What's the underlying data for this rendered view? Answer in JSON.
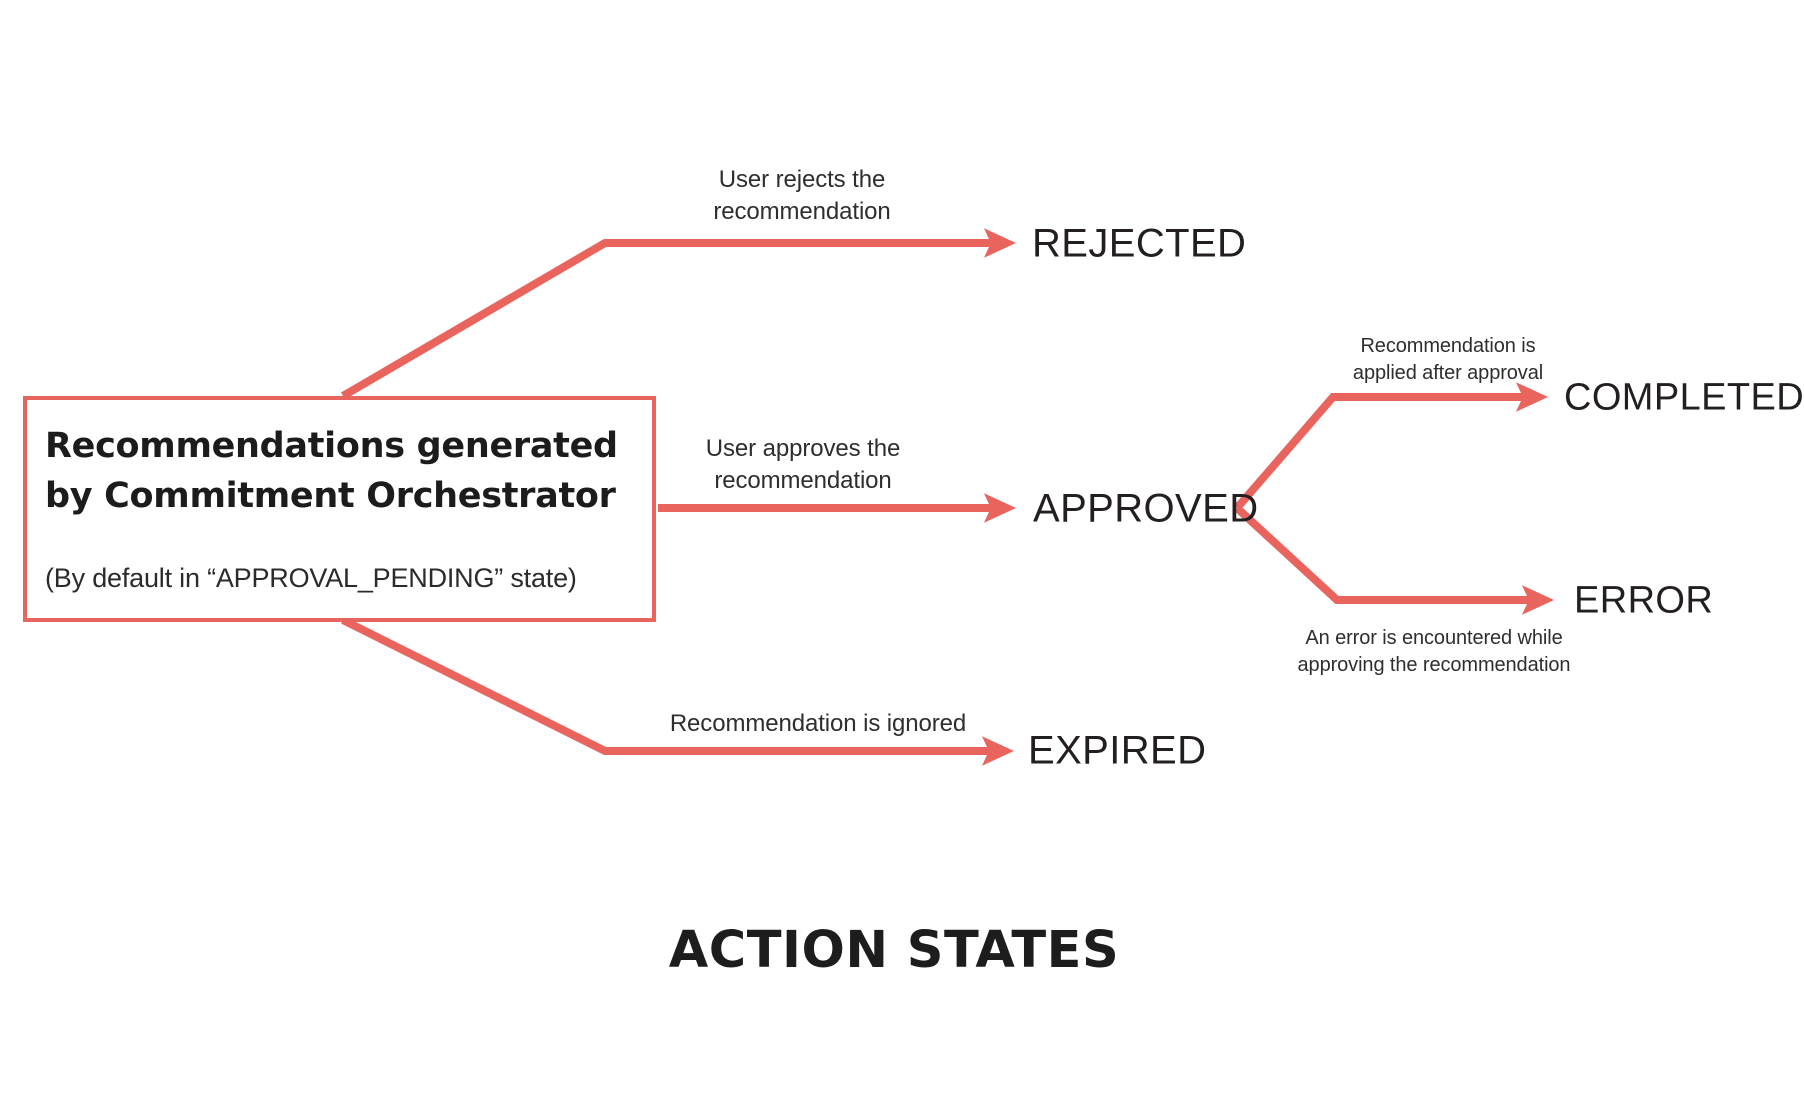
{
  "diagram": {
    "title": "ACTION STATES",
    "accent_color": "#e8645d",
    "text_color": "#231f20",
    "background": "#ffffff"
  },
  "source": {
    "title": "Recommendations generated\nby Commitment Orchestrator",
    "subtitle": "(By default in “APPROVAL_PENDING” state)"
  },
  "states": {
    "rejected": "REJECTED",
    "approved": "APPROVED",
    "expired": "EXPIRED",
    "completed": "COMPLETED",
    "error": "ERROR"
  },
  "transitions": {
    "to_rejected": "User rejects the\nrecommendation",
    "to_approved": "User approves the\nrecommendation",
    "to_expired": "Recommendation is ignored",
    "to_completed": "Recommendation is\napplied after approval",
    "to_error": "An error is encountered while\napproving the recommendation"
  },
  "chart_data": {
    "type": "diagram",
    "title": "ACTION STATES",
    "nodes": [
      {
        "id": "source",
        "label": "Recommendations generated by Commitment Orchestrator",
        "sublabel": "(By default in “APPROVAL_PENDING” state)",
        "shape": "rect"
      },
      {
        "id": "rejected",
        "label": "REJECTED",
        "shape": "text"
      },
      {
        "id": "approved",
        "label": "APPROVED",
        "shape": "text"
      },
      {
        "id": "expired",
        "label": "EXPIRED",
        "shape": "text"
      },
      {
        "id": "completed",
        "label": "COMPLETED",
        "shape": "text"
      },
      {
        "id": "error",
        "label": "ERROR",
        "shape": "text"
      }
    ],
    "edges": [
      {
        "from": "source",
        "to": "rejected",
        "label": "User rejects the recommendation"
      },
      {
        "from": "source",
        "to": "approved",
        "label": "User approves the recommendation"
      },
      {
        "from": "source",
        "to": "expired",
        "label": "Recommendation is ignored"
      },
      {
        "from": "approved",
        "to": "completed",
        "label": "Recommendation is applied after approval"
      },
      {
        "from": "approved",
        "to": "error",
        "label": "An error is encountered while approving the recommendation"
      }
    ]
  }
}
